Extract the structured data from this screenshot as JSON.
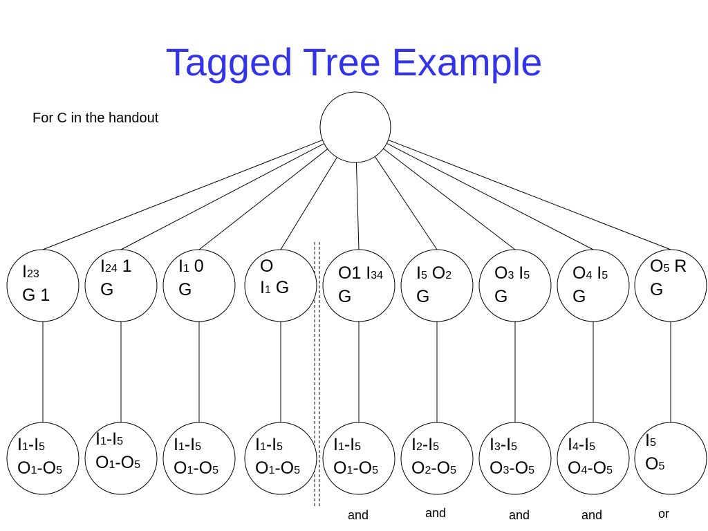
{
  "slide": {
    "title": "Tagged Tree Example",
    "subtitle": "For C in the handout"
  },
  "tree": {
    "children": [
      {
        "line1": [
          [
            "I",
            ""
          ],
          [
            "23",
            "s"
          ]
        ],
        "line2": [
          [
            "G 1",
            ""
          ]
        ]
      },
      {
        "line1": [
          [
            "I",
            ""
          ],
          [
            "24",
            "s"
          ],
          [
            " 1",
            ""
          ]
        ],
        "line2": [
          [
            "G",
            ""
          ]
        ]
      },
      {
        "line1": [
          [
            "I",
            ""
          ],
          [
            "1",
            "s"
          ],
          [
            " 0",
            ""
          ]
        ],
        "line2": [
          [
            "G",
            ""
          ]
        ]
      },
      {
        "line1": [
          [
            "O",
            ""
          ]
        ],
        "line2": [
          [
            "I",
            ""
          ],
          [
            "1",
            "s"
          ],
          [
            " G",
            ""
          ]
        ]
      },
      {
        "line1": [
          [
            "O1 I",
            ""
          ],
          [
            "34",
            "s"
          ]
        ],
        "line2": [
          [
            "G",
            ""
          ]
        ]
      },
      {
        "line1": [
          [
            "I",
            ""
          ],
          [
            "5",
            "s"
          ],
          [
            " O",
            ""
          ],
          [
            "2",
            "s"
          ]
        ],
        "line2": [
          [
            "G",
            ""
          ]
        ]
      },
      {
        "line1": [
          [
            "O",
            ""
          ],
          [
            "3",
            "s"
          ],
          [
            " I",
            ""
          ],
          [
            "5",
            "s"
          ]
        ],
        "line2": [
          [
            "G",
            ""
          ]
        ]
      },
      {
        "line1": [
          [
            "O",
            ""
          ],
          [
            "4",
            "s"
          ],
          [
            " I",
            ""
          ],
          [
            "5",
            "s"
          ]
        ],
        "line2": [
          [
            "G",
            ""
          ]
        ]
      },
      {
        "line1": [
          [
            "O",
            ""
          ],
          [
            "5",
            "s"
          ],
          [
            " R",
            ""
          ]
        ],
        "line2": [
          [
            "G",
            ""
          ]
        ]
      }
    ],
    "leaves": [
      {
        "line1": [
          [
            "I",
            ""
          ],
          [
            "1",
            "s"
          ],
          [
            "-I",
            ""
          ],
          [
            "5",
            "s"
          ]
        ],
        "line2": [
          [
            "O",
            ""
          ],
          [
            "1",
            "s"
          ],
          [
            "-O",
            ""
          ],
          [
            "5",
            "s"
          ]
        ]
      },
      {
        "line1": [
          [
            "I",
            ""
          ],
          [
            "1",
            "s"
          ],
          [
            "-I",
            ""
          ],
          [
            "5",
            "s"
          ]
        ],
        "line2": [
          [
            "O",
            ""
          ],
          [
            "1",
            "s"
          ],
          [
            "-O",
            ""
          ],
          [
            "5",
            "s"
          ]
        ]
      },
      {
        "line1": [
          [
            "I",
            ""
          ],
          [
            "1",
            "s"
          ],
          [
            "-I",
            ""
          ],
          [
            "5",
            "s"
          ]
        ],
        "line2": [
          [
            "O",
            ""
          ],
          [
            "1",
            "s"
          ],
          [
            "-O",
            ""
          ],
          [
            "5",
            "s"
          ]
        ]
      },
      {
        "line1": [
          [
            "I",
            ""
          ],
          [
            "1",
            "s"
          ],
          [
            "-I",
            ""
          ],
          [
            "5",
            "s"
          ]
        ],
        "line2": [
          [
            "O",
            ""
          ],
          [
            "1",
            "s"
          ],
          [
            "-O",
            ""
          ],
          [
            "5",
            "s"
          ]
        ]
      },
      {
        "line1": [
          [
            "I",
            ""
          ],
          [
            "1",
            "s"
          ],
          [
            "-I",
            ""
          ],
          [
            "5",
            "s"
          ]
        ],
        "line2": [
          [
            "O",
            ""
          ],
          [
            "1",
            "s"
          ],
          [
            "-O",
            ""
          ],
          [
            "5",
            "s"
          ]
        ]
      },
      {
        "line1": [
          [
            "I",
            ""
          ],
          [
            "2",
            "s"
          ],
          [
            "-I",
            ""
          ],
          [
            "5",
            "s"
          ]
        ],
        "line2": [
          [
            "O",
            ""
          ],
          [
            "2",
            "s"
          ],
          [
            "-O",
            ""
          ],
          [
            "5",
            "s"
          ]
        ]
      },
      {
        "line1": [
          [
            "I",
            ""
          ],
          [
            "3",
            "s"
          ],
          [
            "-I",
            ""
          ],
          [
            "5",
            "s"
          ]
        ],
        "line2": [
          [
            "O",
            ""
          ],
          [
            "3",
            "s"
          ],
          [
            "-O",
            ""
          ],
          [
            "5",
            "s"
          ]
        ]
      },
      {
        "line1": [
          [
            "I",
            ""
          ],
          [
            "4",
            "s"
          ],
          [
            "-I",
            ""
          ],
          [
            "5",
            "s"
          ]
        ],
        "line2": [
          [
            "O",
            ""
          ],
          [
            "4",
            "s"
          ],
          [
            "-O",
            ""
          ],
          [
            "5",
            "s"
          ]
        ]
      },
      {
        "line1": [
          [
            "I",
            ""
          ],
          [
            "5",
            "s"
          ]
        ],
        "line2": [
          [
            "O",
            ""
          ],
          [
            "5",
            "s"
          ]
        ]
      }
    ],
    "operators": [
      "and",
      "and",
      "and",
      "and",
      "or"
    ]
  }
}
